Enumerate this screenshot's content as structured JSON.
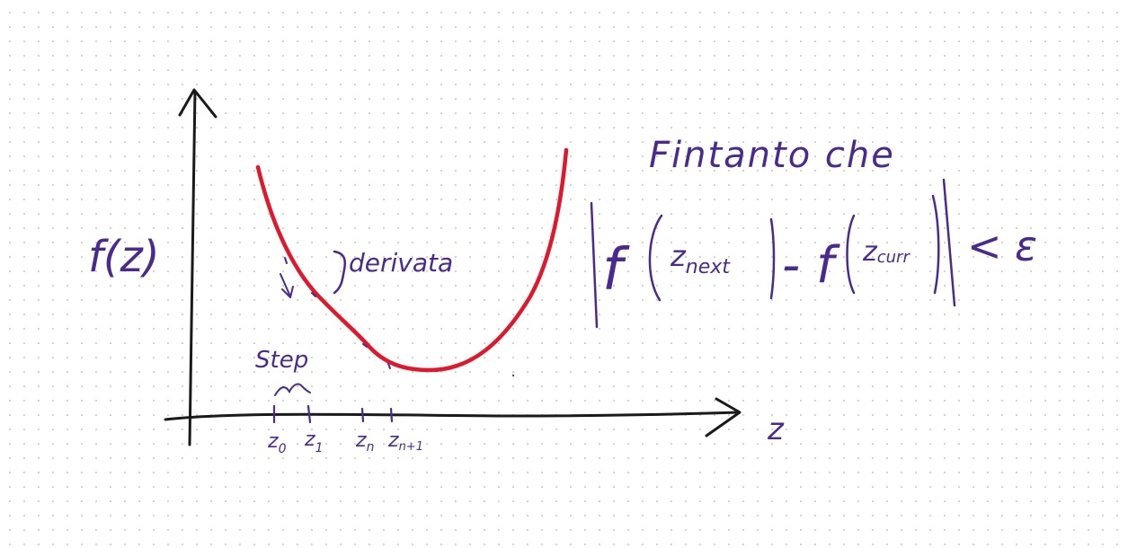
{
  "labels": {
    "y_axis": "f(z)",
    "x_axis": "z",
    "derivative": "derivata",
    "step": "Step",
    "tick_z0": "z",
    "tick_z0_sub": "0",
    "tick_z1": "z",
    "tick_z1_sub": "1",
    "tick_zn": "z",
    "tick_zn_sub": "n",
    "tick_zn1": "z",
    "tick_zn1_sub": "n+1",
    "condition_title": "Fintanto che",
    "f_left": "f",
    "z_next": "z",
    "z_next_sub": "next",
    "minus_f": "- f",
    "z_curr": "z",
    "z_curr_sub": "curr",
    "less_than_epsilon": "< ε"
  },
  "colors": {
    "axis": "#1a1a1a",
    "curve": "#e0182b",
    "annotation": "#4b2a8f",
    "dot_grid": "#d3d3d3"
  }
}
